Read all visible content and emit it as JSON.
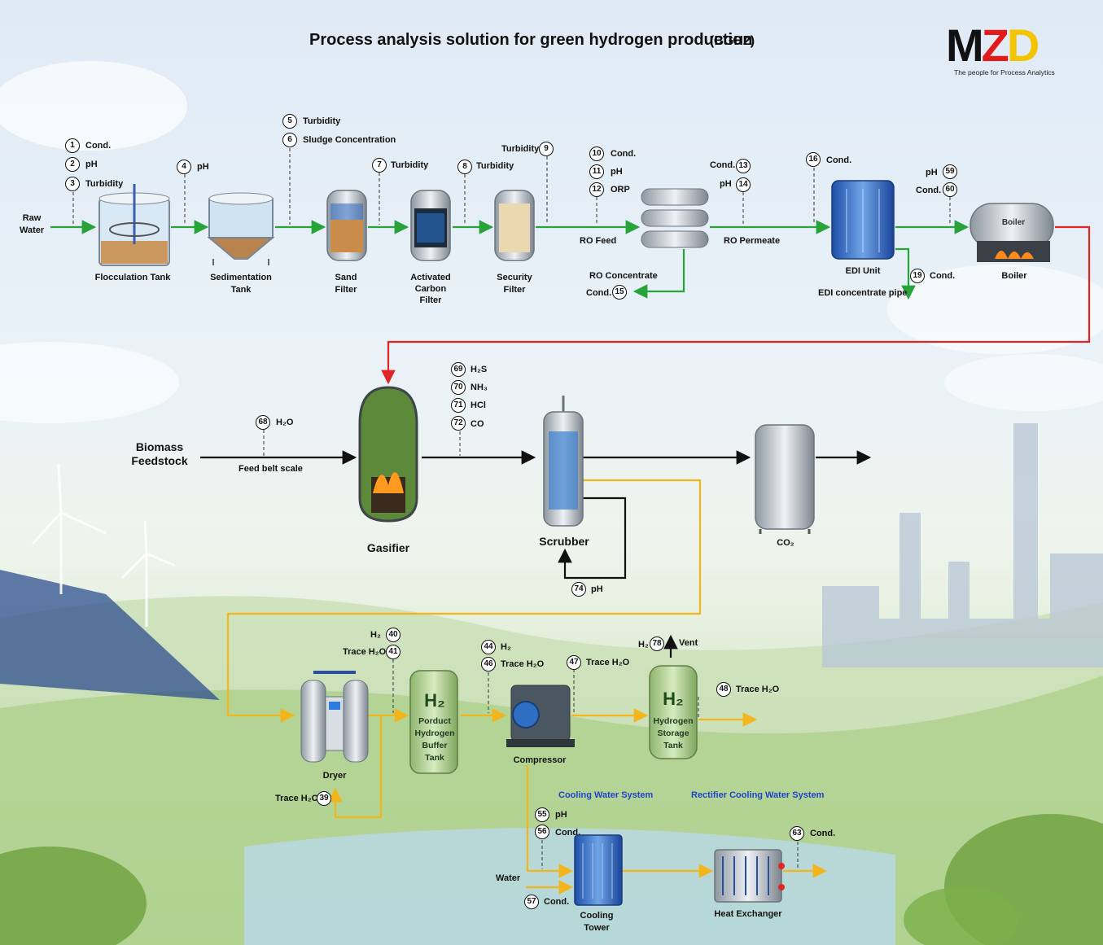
{
  "title": "Process analysis solution for green hydrogen production",
  "title_code": "(BGH2)",
  "logo": {
    "text": "MZD",
    "tagline": "The people for Process Analytics"
  },
  "colors": {
    "water_line": "#27a33a",
    "steam_line": "#e02525",
    "gas_line": "#111111",
    "hydrogen_line": "#f2b51c",
    "accent_blue": "#1f44c8"
  },
  "equipment": {
    "raw_water": "Raw Water",
    "flocculation": "Flocculation Tank",
    "sedimentation": "Sedimentation Tank",
    "sand": "Sand Filter",
    "carbon": "Activated Carbon Filter",
    "security": "Security Filter",
    "ro_feed": "RO Feed",
    "ro_permeate": "RO Permeate",
    "ro_concentrate": "RO Concentrate",
    "edi": "EDI Unit",
    "edi_pipe": "EDI concentrate pipe",
    "boiler": "Boiler",
    "boiler_tag": "Boiler",
    "biomass": "Biomass Feedstock",
    "feed_belt": "Feed belt scale",
    "gasifier": "Gasifier",
    "scrubber": "Scrubber",
    "co2": "CO₂",
    "dryer": "Dryer",
    "buffer": "Porduct Hydrogen Buffer Tank",
    "compressor": "Compressor",
    "storage": "Hydrogen Storage Tank",
    "vent": "Vent",
    "cooling_system": "Cooling Water System",
    "rectifier_system": "Rectifier Cooling Water System",
    "water": "Water",
    "cooling_tower": "Cooling Tower",
    "heat_exchanger": "Heat Exchanger",
    "h2_glyph": "H₂"
  },
  "points": {
    "p1": {
      "n": "1",
      "label": "Cond."
    },
    "p2": {
      "n": "2",
      "label": "pH"
    },
    "p3": {
      "n": "3",
      "label": "Turbidity"
    },
    "p4": {
      "n": "4",
      "label": "pH"
    },
    "p5": {
      "n": "5",
      "label": "Turbidity"
    },
    "p6": {
      "n": "6",
      "label": "Sludge Concentration"
    },
    "p7": {
      "n": "7",
      "label": "Turbidity"
    },
    "p8": {
      "n": "8",
      "label": "Turbidity"
    },
    "p9": {
      "n": "9",
      "label": "Turbidity"
    },
    "p10": {
      "n": "10",
      "label": "Cond."
    },
    "p11": {
      "n": "11",
      "label": "pH"
    },
    "p12": {
      "n": "12",
      "label": "ORP"
    },
    "p13": {
      "n": "13",
      "label": "Cond."
    },
    "p14": {
      "n": "14",
      "label": "pH"
    },
    "p15": {
      "n": "15",
      "label": "Cond."
    },
    "p16": {
      "n": "16",
      "label": "Cond."
    },
    "p19": {
      "n": "19",
      "label": "Cond."
    },
    "p59": {
      "n": "59",
      "label": "pH"
    },
    "p60": {
      "n": "60",
      "label": "Cond."
    },
    "p68": {
      "n": "68",
      "label": "H₂O"
    },
    "p69": {
      "n": "69",
      "label": "H₂S"
    },
    "p70": {
      "n": "70",
      "label": "NH₃"
    },
    "p71": {
      "n": "71",
      "label": "HCl"
    },
    "p72": {
      "n": "72",
      "label": "CO"
    },
    "p74": {
      "n": "74",
      "label": "pH"
    },
    "p40": {
      "n": "40",
      "label": "H₂"
    },
    "p41": {
      "n": "41",
      "label": "Trace H₂O"
    },
    "p39": {
      "n": "39",
      "label": "Trace H₂O"
    },
    "p44": {
      "n": "44",
      "label": "H₂"
    },
    "p46": {
      "n": "46",
      "label": "Trace H₂O"
    },
    "p47": {
      "n": "47",
      "label": "Trace H₂O"
    },
    "p78": {
      "n": "78",
      "label": "H₂"
    },
    "p48": {
      "n": "48",
      "label": "Trace H₂O"
    },
    "p55": {
      "n": "55",
      "label": "pH"
    },
    "p56": {
      "n": "56",
      "label": "Cond."
    },
    "p57": {
      "n": "57",
      "label": "Cond."
    },
    "p63": {
      "n": "63",
      "label": "Cond."
    }
  }
}
